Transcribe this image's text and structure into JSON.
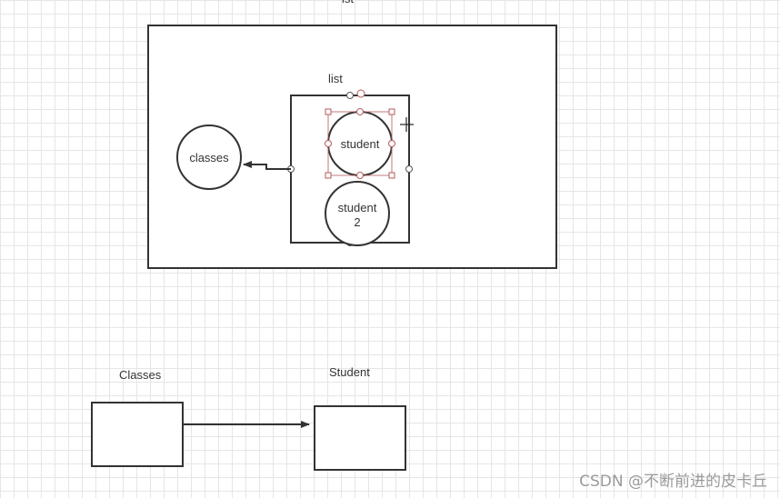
{
  "diagram": {
    "top_label": "ist",
    "list_label": "list",
    "classes_node": "classes",
    "student_node": "student",
    "student2_line1": "student",
    "student2_line2": "2",
    "classes_box_label": "Classes",
    "student_box_label": "Student"
  },
  "watermark": "CSDN @不断前进的皮卡丘",
  "colors": {
    "stroke": "#333333",
    "selection": "#b35a5a"
  }
}
